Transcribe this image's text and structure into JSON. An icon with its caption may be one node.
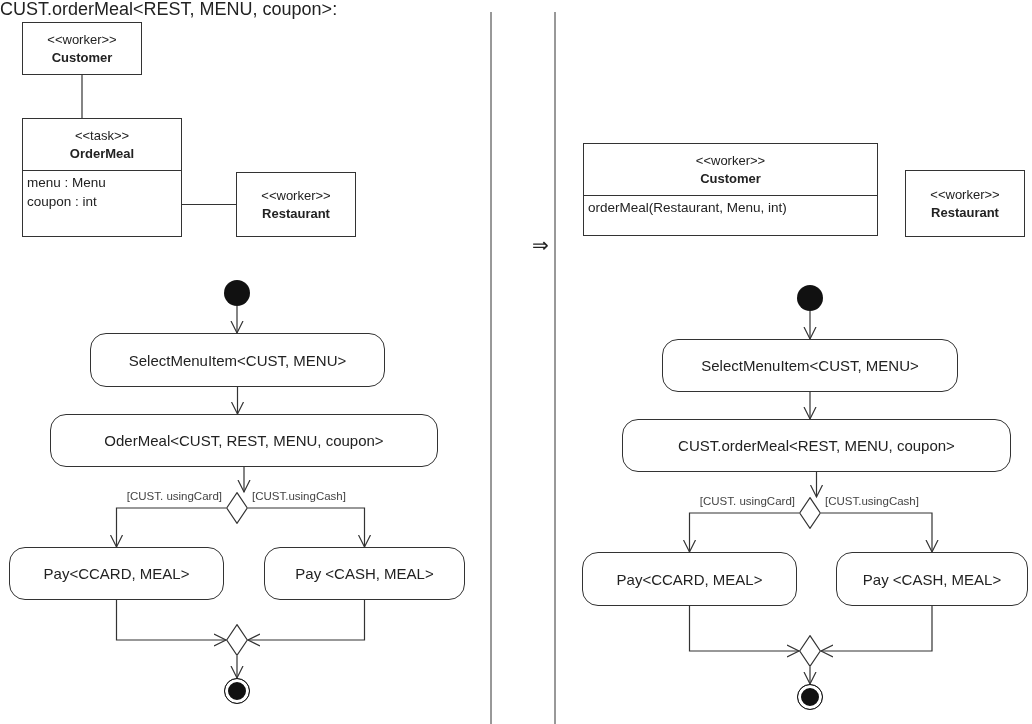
{
  "diagram": {
    "nodes": [
      {
        "text": [
          "<<worker>>",
          "Customer"
        ]
      },
      {
        "text": [
          "<<task>>",
          "OrderMeal",
          "menu : Menu",
          "coupon : int"
        ]
      },
      {
        "text": [
          "<<worker>>",
          "Restaurant"
        ]
      },
      {
        "text": [],
        "shape": "circle"
      },
      {
        "text": [
          "SelectMenuItem<CUST, MENU>"
        ]
      },
      {
        "text": [
          "OderMeal<CUST, REST, MENU, coupon>"
        ]
      },
      {
        "text": [],
        "shape": "diamond"
      },
      {
        "text": [
          "Pay<CCARD, MEAL>"
        ]
      },
      {
        "text": [
          "Pay <CASH, MEAL>"
        ]
      },
      {
        "text": [],
        "shape": "diamond"
      },
      {
        "text": [],
        "shape": "circle"
      },
      {
        "text": [
          "<<worker>>",
          "Customer",
          "orderMeal(Restaurant, Menu, int)"
        ]
      },
      {
        "text": [
          "<<worker>>",
          "Restaurant"
        ]
      },
      {
        "text": [],
        "shape": "circle"
      },
      {
        "text": [
          "SelectMenuItem<CUST, MENU>"
        ]
      },
      {
        "text": [
          "CUST.orderMeal<REST, MENU, coupon>"
        ]
      },
      {
        "text": [],
        "shape": "diamond"
      },
      {
        "text": [
          "Pay<CCARD, MEAL>"
        ]
      },
      {
        "text": [
          "Pay <CASH, MEAL>"
        ]
      },
      {
        "text": [],
        "shape": "diamond"
      },
      {
        "text": [],
        "shape": "circle"
      }
    ],
    "edges": [
      {
        "from": 0,
        "to": 1,
        "arrow": "none"
      },
      {
        "from": 1,
        "to": 2,
        "arrow": "none"
      },
      {
        "from": 3,
        "to": 4,
        "arrow": "to"
      },
      {
        "from": 4,
        "to": 5,
        "arrow": "to"
      },
      {
        "from": 5,
        "to": 6,
        "arrow": "to"
      },
      {
        "from": 6,
        "to": 7,
        "arrow": "to",
        "label": "[CUST. usingCard]"
      },
      {
        "from": 6,
        "to": 8,
        "arrow": "to",
        "label": "[CUST.usingCash]"
      },
      {
        "from": 7,
        "to": 9,
        "arrow": "to"
      },
      {
        "from": 8,
        "to": 9,
        "arrow": "to"
      },
      {
        "from": 9,
        "to": 10,
        "arrow": "to"
      },
      {
        "from": 13,
        "to": 14,
        "arrow": "to"
      },
      {
        "from": 14,
        "to": 15,
        "arrow": "to"
      },
      {
        "from": 15,
        "to": 16,
        "arrow": "to"
      },
      {
        "from": 16,
        "to": 17,
        "arrow": "to",
        "label": "[CUST. usingCard]"
      },
      {
        "from": 16,
        "to": 18,
        "arrow": "to",
        "label": "[CUST.usingCash]"
      },
      {
        "from": 17,
        "to": 19,
        "arrow": "to"
      },
      {
        "from": 18,
        "to": 19,
        "arrow": "to"
      },
      {
        "from": 19,
        "to": 20,
        "arrow": "to"
      }
    ],
    "labels": [
      "CUST.orderMeal<REST, MENU, coupon>:",
      "⇒"
    ]
  }
}
